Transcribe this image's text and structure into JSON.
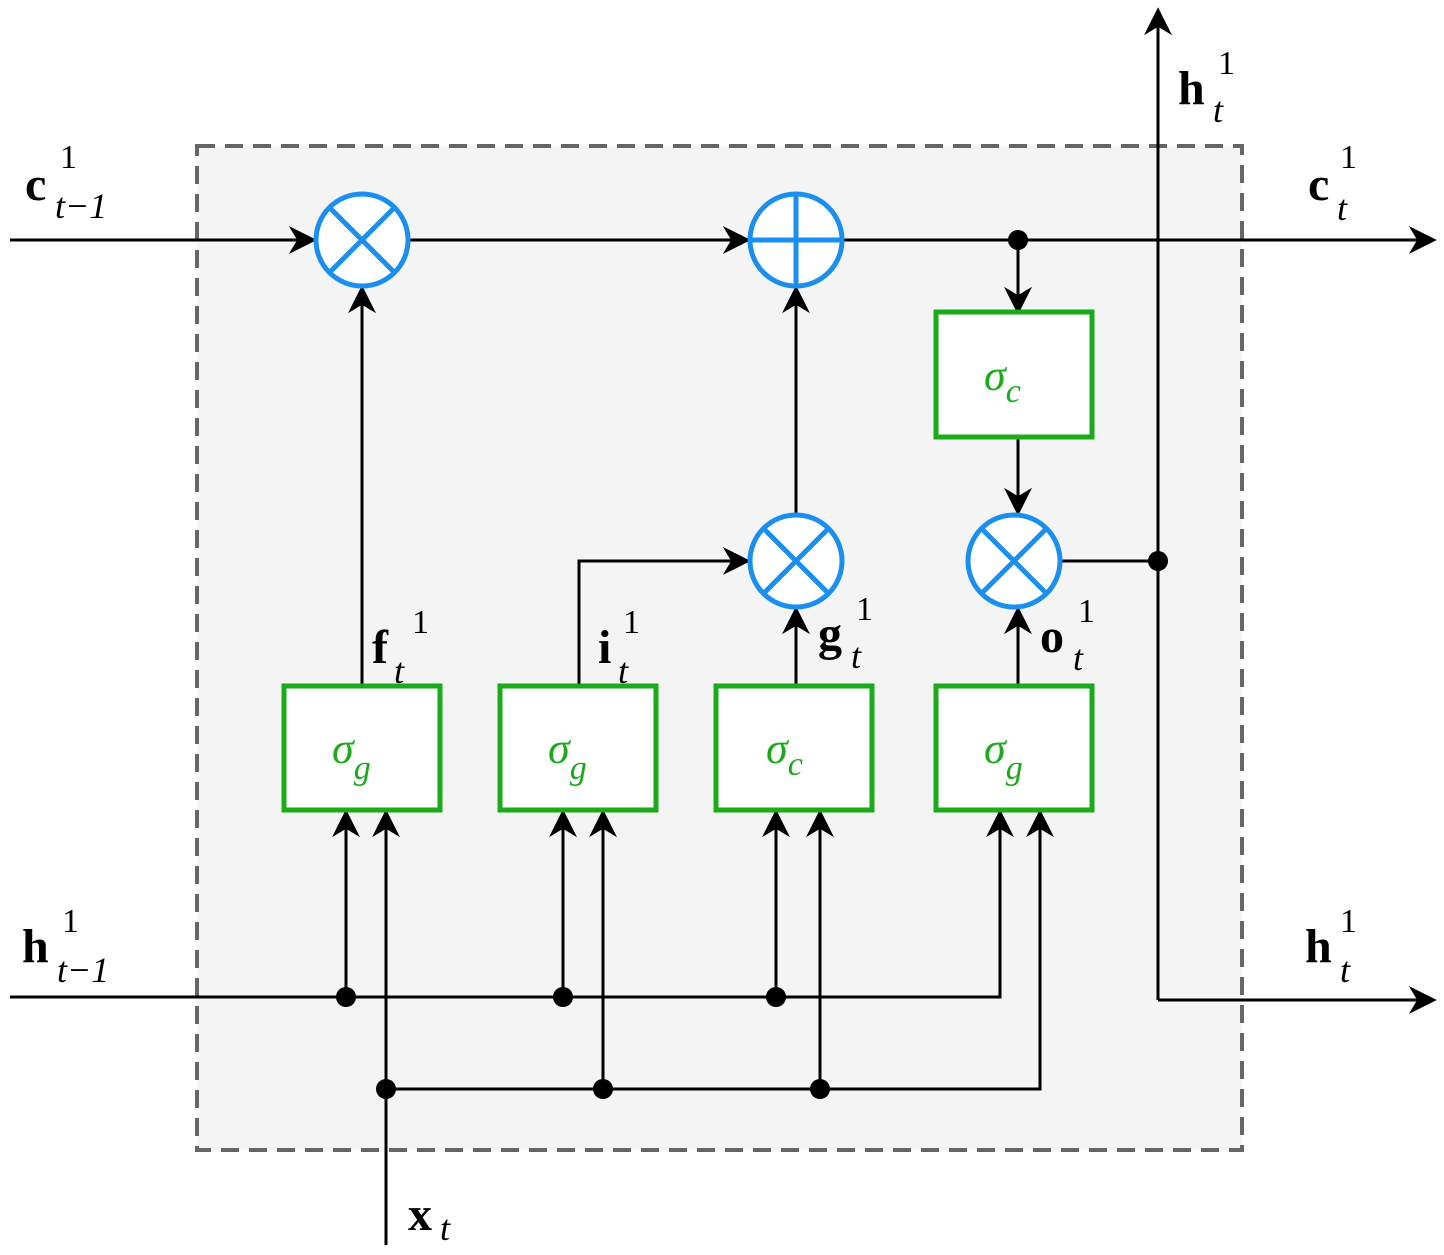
{
  "labels": {
    "c_prev": {
      "main": "c",
      "sub": "t−1",
      "sup": "1"
    },
    "h_prev": {
      "main": "h",
      "sub": "t−1",
      "sup": "1"
    },
    "c_out": {
      "main": "c",
      "sub": "t",
      "sup": "1"
    },
    "h_out_top": {
      "main": "h",
      "sub": "t",
      "sup": "1"
    },
    "h_out_right": {
      "main": "h",
      "sub": "t",
      "sup": "1"
    },
    "x_in": {
      "main": "x",
      "sub": "t"
    },
    "f_gate": {
      "main": "f",
      "sub": "t",
      "sup": "1"
    },
    "i_gate": {
      "main": "i",
      "sub": "t",
      "sup": "1"
    },
    "g_gate": {
      "main": "g",
      "sub": "t",
      "sup": "1"
    },
    "o_gate": {
      "main": "o",
      "sub": "t",
      "sup": "1"
    }
  },
  "gates": {
    "forget": {
      "sym": "σ",
      "sub": "g"
    },
    "input": {
      "sym": "σ",
      "sub": "g"
    },
    "cell": {
      "sym": "σ",
      "sub": "c"
    },
    "output": {
      "sym": "σ",
      "sub": "g"
    },
    "cell_act": {
      "sym": "σ",
      "sub": "c"
    }
  },
  "colors": {
    "gate": "#1aaa1a",
    "operator": "#1a8ff0",
    "boundary": "#666666",
    "background": "#f4f4f4"
  }
}
